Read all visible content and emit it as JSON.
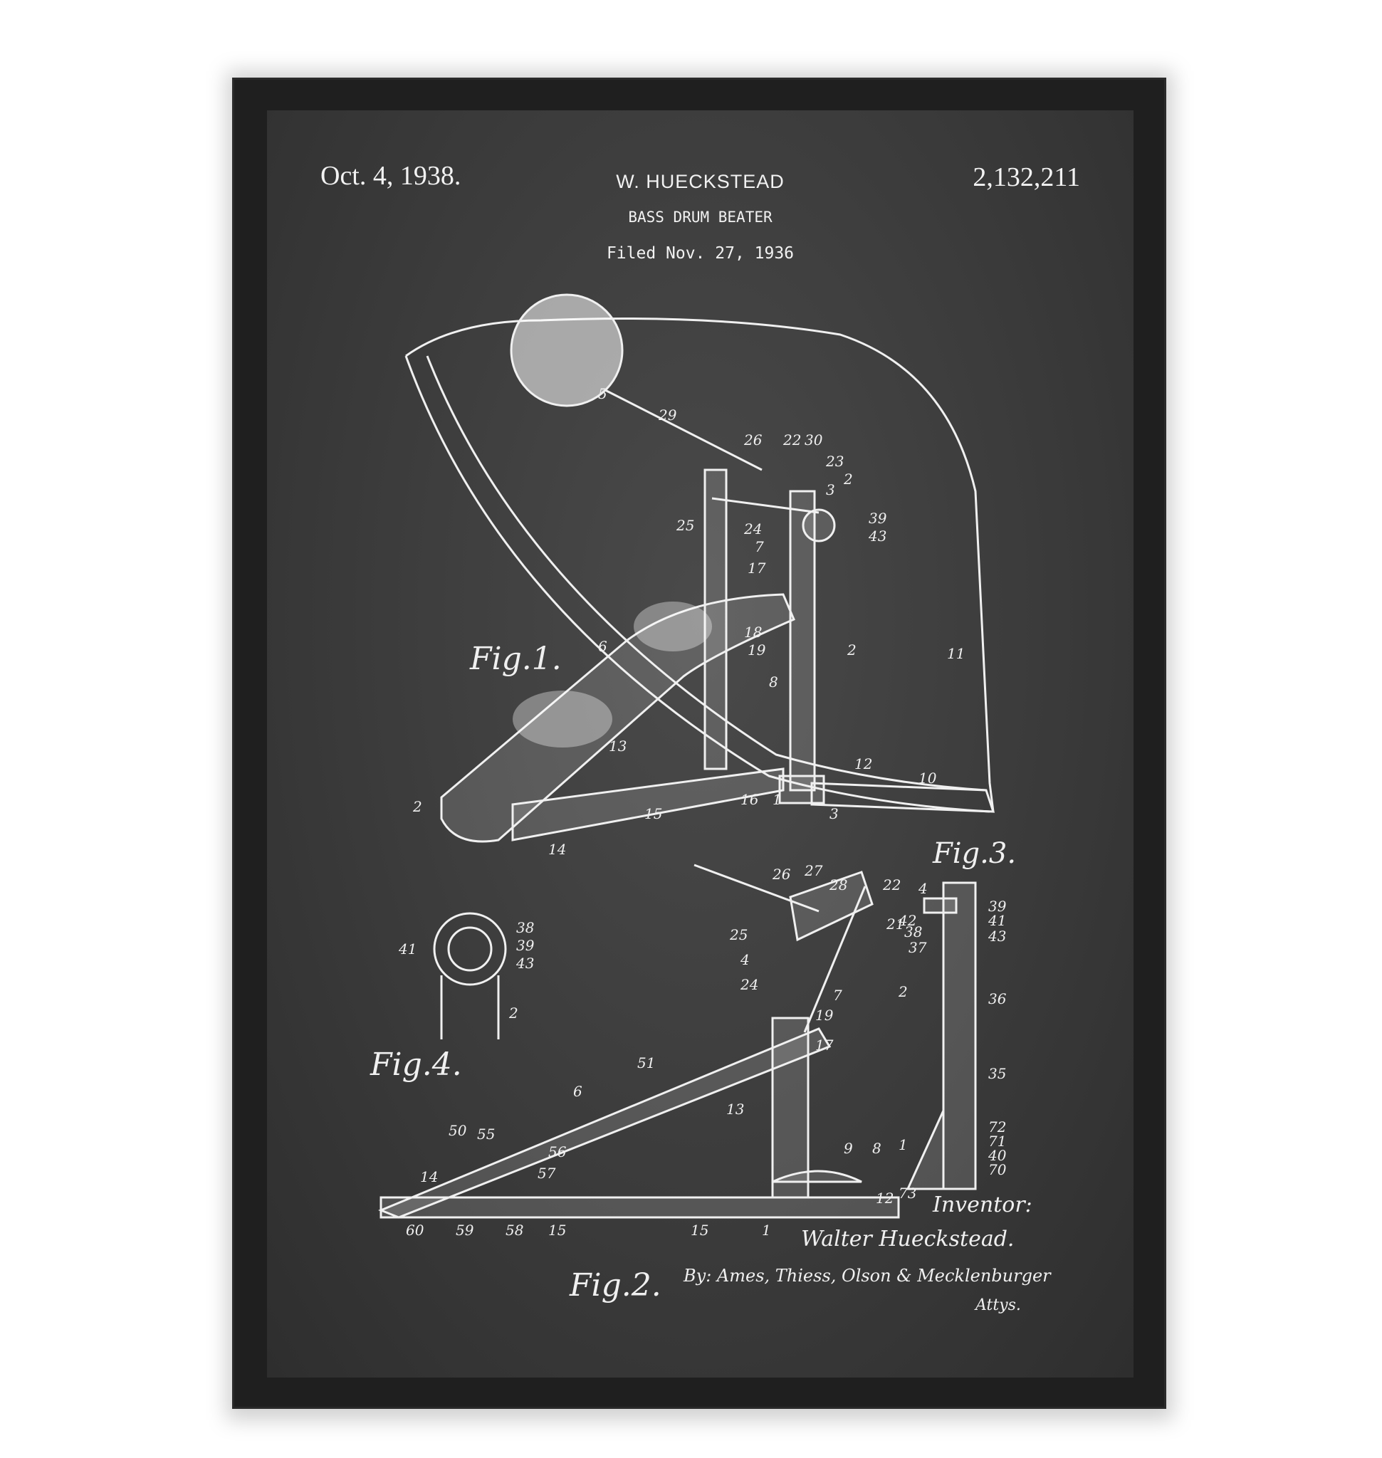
{
  "header": {
    "date": "Oct. 4, 1938.",
    "inventor": "W. HUECKSTEAD",
    "title": "BASS DRUM BEATER",
    "filed": "Filed Nov. 27, 1936",
    "patent_number": "2,132,211"
  },
  "figures": {
    "fig1": "Fig.1.",
    "fig2": "Fig.2.",
    "fig3": "Fig.3.",
    "fig4": "Fig.4."
  },
  "signature": {
    "inventor_label": "Inventor:",
    "name": "Walter Hueckstead.",
    "attorneys": "By: Ames, Thiess, Olson & Mecklenburger",
    "attys": "Attys."
  },
  "ref_numerals": {
    "fig1": [
      "5",
      "29",
      "26",
      "22",
      "30",
      "23",
      "2",
      "3",
      "39",
      "43",
      "25",
      "24",
      "7",
      "17",
      "18",
      "19",
      "2",
      "11",
      "6",
      "8",
      "13",
      "12",
      "10",
      "16",
      "1",
      "3",
      "15",
      "14",
      "2"
    ],
    "fig2": [
      "26",
      "27",
      "28",
      "22",
      "21",
      "25",
      "4",
      "24",
      "7",
      "19",
      "17",
      "51",
      "6",
      "50",
      "55",
      "56",
      "57",
      "14",
      "13",
      "9",
      "8",
      "12",
      "60",
      "59",
      "58",
      "15",
      "15",
      "1"
    ],
    "fig3": [
      "4",
      "39",
      "41",
      "42",
      "38",
      "43",
      "37",
      "2",
      "36",
      "35",
      "1",
      "72",
      "71",
      "40",
      "70",
      "73"
    ],
    "fig4": [
      "38",
      "39",
      "41",
      "43",
      "2"
    ]
  }
}
